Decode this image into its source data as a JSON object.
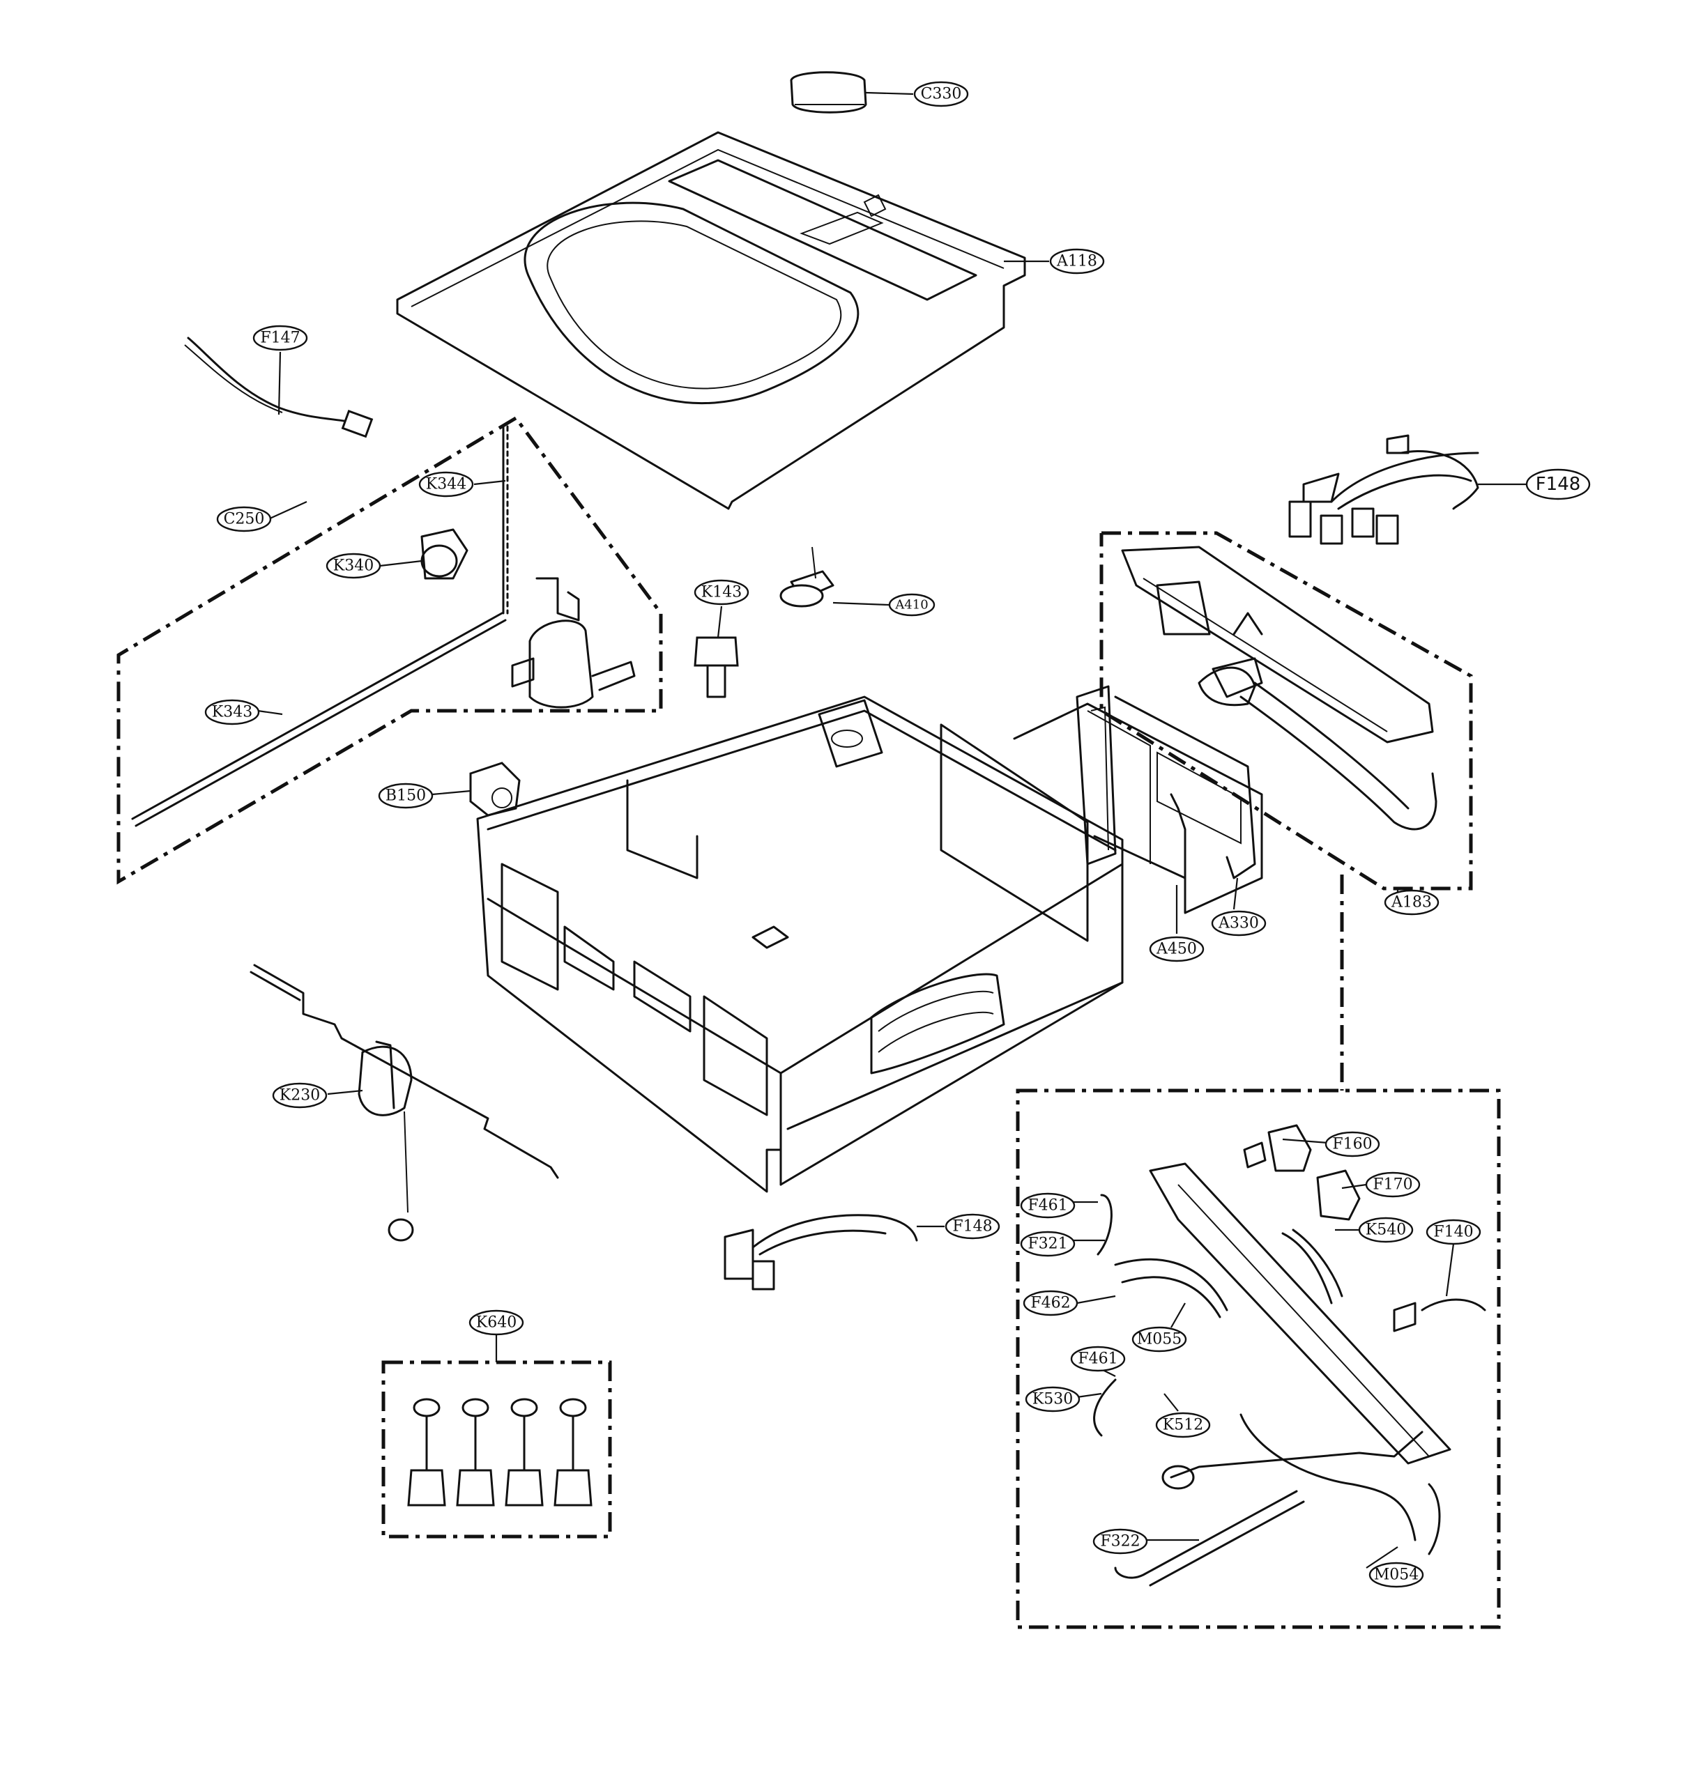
{
  "callouts": {
    "C330": "C330",
    "A118": "A118",
    "F147": "F147",
    "C250": "C250",
    "K344": "K344",
    "K340": "K340",
    "K343": "K343",
    "K143": "K143",
    "A410": "A410",
    "F148_top": "F148",
    "A183": "A183",
    "B150": "B150",
    "A330": "A330",
    "A450": "A450",
    "K230": "K230",
    "F160": "F160",
    "F170": "F170",
    "F461_top": "F461",
    "F321": "F321",
    "K540": "K540",
    "F140": "F140",
    "F148_mid": "F148",
    "F462": "F462",
    "M055": "M055",
    "F461_bot": "F461",
    "K530": "K530",
    "K512": "K512",
    "K640": "K640",
    "F322": "F322",
    "M054": "M054"
  }
}
